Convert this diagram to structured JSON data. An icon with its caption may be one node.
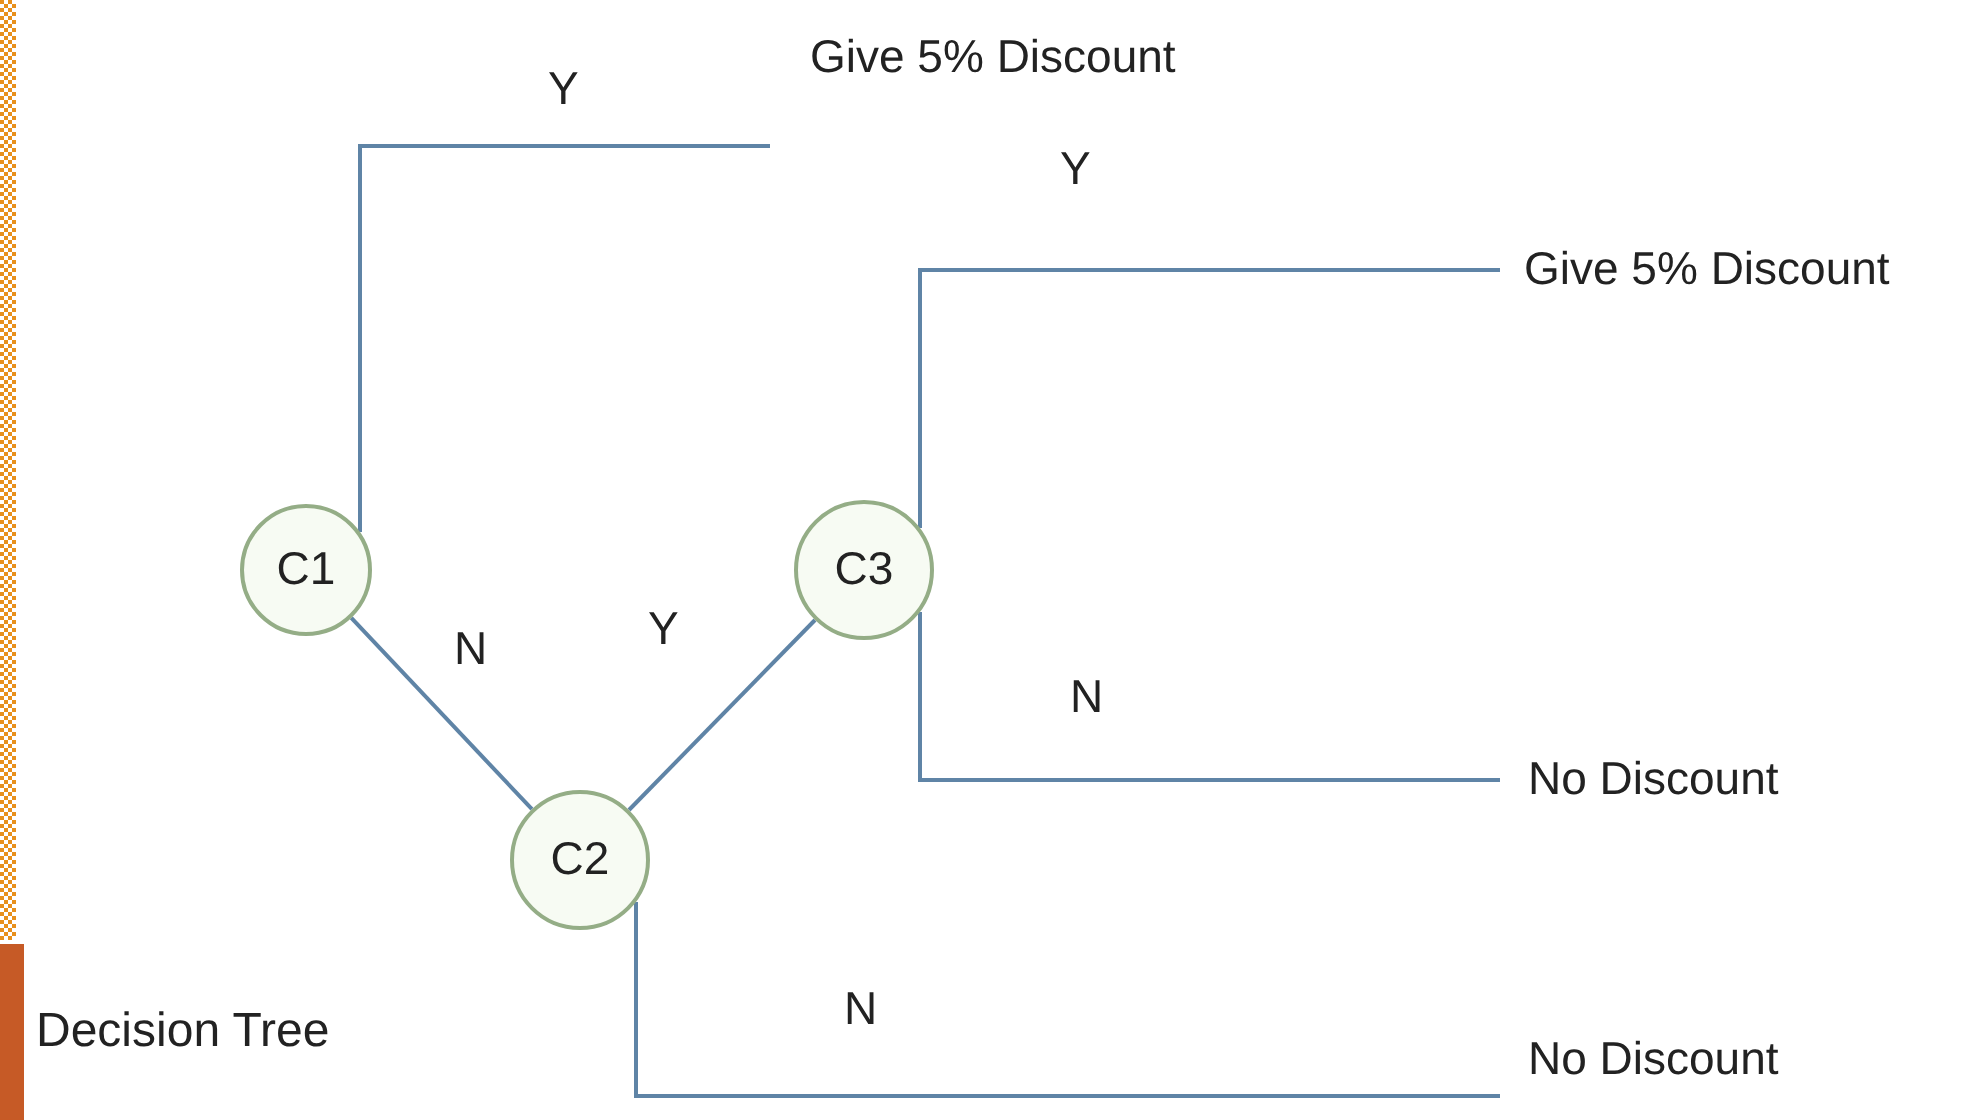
{
  "diagram": {
    "title": "Decision Tree",
    "nodes": [
      {
        "text": [
          "C1"
        ]
      },
      {
        "text": [
          "C2"
        ]
      },
      {
        "text": [
          "C3"
        ]
      },
      {
        "text": [
          "Give 5% Discount"
        ]
      },
      {
        "text": [
          "Give 5% Discount"
        ]
      },
      {
        "text": [
          "No Discount"
        ]
      },
      {
        "text": [
          "No Discount"
        ]
      }
    ],
    "edges": [
      {
        "from": 0,
        "to": 3,
        "arrow": "none",
        "label": "Y"
      },
      {
        "from": 0,
        "to": 1,
        "arrow": "none",
        "label": "N"
      },
      {
        "from": 1,
        "to": 2,
        "arrow": "none",
        "label": "Y"
      },
      {
        "from": 2,
        "to": 4,
        "arrow": "none",
        "label": "Y"
      },
      {
        "from": 2,
        "to": 5,
        "arrow": "none",
        "label": "N"
      },
      {
        "from": 1,
        "to": 6,
        "arrow": "none",
        "label": "N"
      }
    ]
  }
}
